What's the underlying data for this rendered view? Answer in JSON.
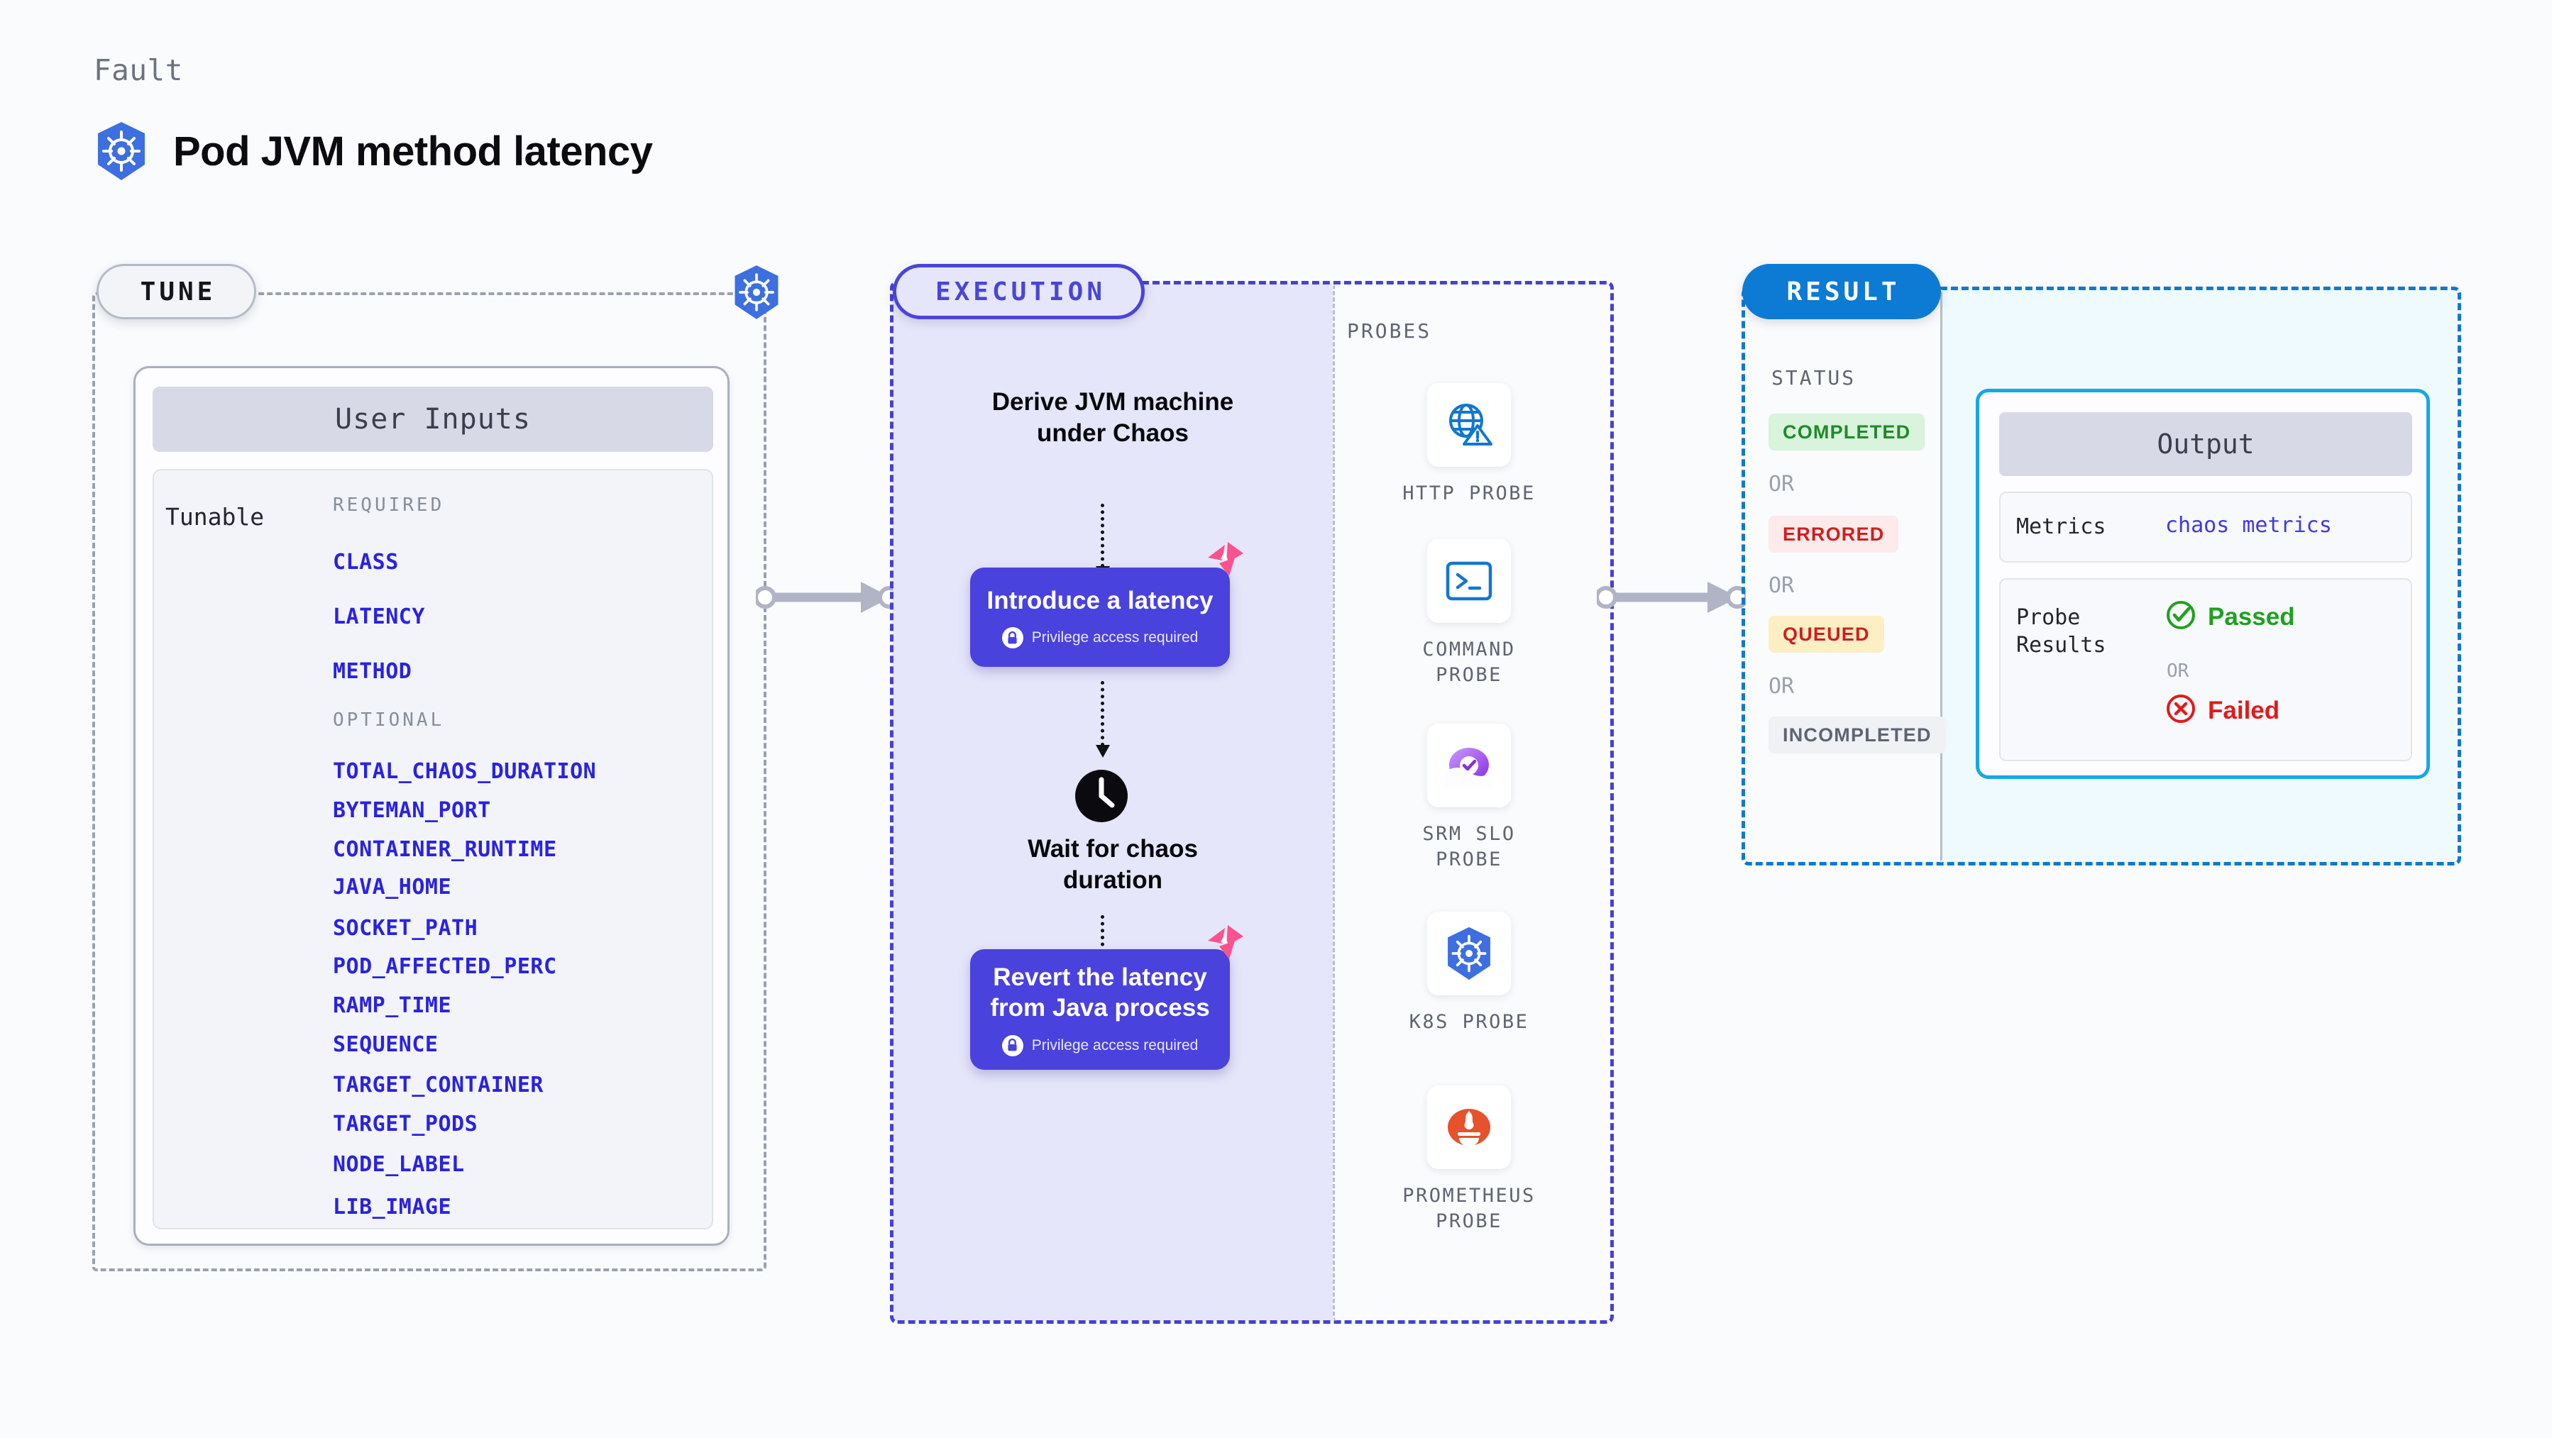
{
  "header": {
    "kicker": "Fault",
    "title": "Pod JVM method latency",
    "icon": "kubernetes-icon"
  },
  "tune": {
    "pill_label": "TUNE",
    "card_title": "User Inputs",
    "tunable_label": "Tunable",
    "required_label": "REQUIRED",
    "optional_label": "OPTIONAL",
    "required": [
      "CLASS",
      "LATENCY",
      "METHOD"
    ],
    "optional": [
      "TOTAL_CHAOS_DURATION",
      "BYTEMAN_PORT",
      "CONTAINER_RUNTIME",
      "JAVA_HOME",
      "SOCKET_PATH",
      "POD_AFFECTED_PERC",
      "RAMP_TIME",
      "SEQUENCE",
      "TARGET_CONTAINER",
      "TARGET_PODS",
      "NODE_LABEL",
      "LIB_IMAGE"
    ],
    "badge_icon": "kubernetes-icon"
  },
  "execution": {
    "pill_label": "EXECUTION",
    "steps": [
      {
        "type": "text",
        "label": "Derive JVM machine\nunder Chaos"
      },
      {
        "type": "card",
        "label": "Introduce a latency",
        "privilege": "Privilege access required",
        "badge_icon": "litmus-icon",
        "lock_icon": "lock-icon"
      },
      {
        "type": "wait",
        "label": "Wait for chaos\nduration",
        "icon": "clock-icon"
      },
      {
        "type": "card",
        "label": "Revert the latency\nfrom Java process",
        "privilege": "Privilege access required",
        "badge_icon": "litmus-icon",
        "lock_icon": "lock-icon"
      }
    ]
  },
  "probes": {
    "title": "PROBES",
    "items": [
      {
        "label": "HTTP PROBE",
        "icon": "globe-warning-icon"
      },
      {
        "label": "COMMAND\nPROBE",
        "icon": "terminal-icon"
      },
      {
        "label": "SRM SLO\nPROBE",
        "icon": "slo-gauge-icon"
      },
      {
        "label": "K8S PROBE",
        "icon": "kubernetes-icon"
      },
      {
        "label": "PROMETHEUS\nPROBE",
        "icon": "prometheus-icon"
      }
    ]
  },
  "result": {
    "pill_label": "RESULT",
    "status_title": "STATUS",
    "or_label": "OR",
    "statuses": [
      {
        "label": "COMPLETED",
        "color": "#1f8a2a",
        "bg": "#d9f3dc"
      },
      {
        "label": "ERRORED",
        "color": "#cc2020",
        "bg": "#fdeaea"
      },
      {
        "label": "QUEUED",
        "color": "#cc2020",
        "bg": "#fdeec4"
      },
      {
        "label": "INCOMPLETED",
        "color": "#5e6472",
        "bg": "#f0f1f5"
      }
    ],
    "output": {
      "title": "Output",
      "metrics_key": "Metrics",
      "metrics_value": "chaos metrics",
      "probe_key": "Probe\nResults",
      "passed_label": "Passed",
      "passed_icon": "check-circle-icon",
      "failed_label": "Failed",
      "failed_icon": "x-circle-icon",
      "or_label": "OR"
    }
  },
  "colors": {
    "indigo": "#4a42dc",
    "blue": "#0d7ad4",
    "cyan": "#17a7e8",
    "pink": "#f9528f",
    "param_blue": "#2a22e0"
  }
}
